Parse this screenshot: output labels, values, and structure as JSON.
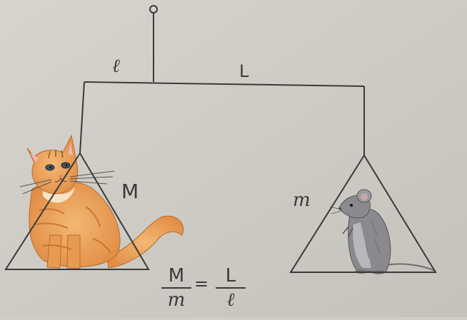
{
  "labels": {
    "short_arm": "ℓ",
    "long_arm": "L",
    "heavy_mass": "M",
    "light_mass": "m"
  },
  "formula": {
    "left_num": "M",
    "left_den": "m",
    "equals": "=",
    "right_num": "L",
    "right_den": "ℓ"
  },
  "colors": {
    "paper": "#cfcdc6",
    "ink": "#3a3a3a",
    "cat_fur": "#e8a15a",
    "cat_stripes": "#c46a2a",
    "mouse_fur": "#8a8a8e"
  },
  "icons": [
    "cat-drawing",
    "mouse-drawing",
    "hook-icon"
  ]
}
